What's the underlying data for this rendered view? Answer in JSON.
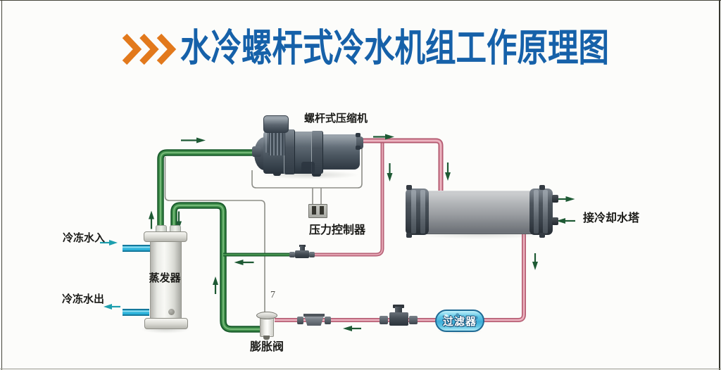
{
  "title": {
    "text": "水冷螺杆式冷水机组工作原理图",
    "chevrons_icon": "triple-chevron-right",
    "color": "#1661a9",
    "chevron_color": "#e2791c"
  },
  "labels": {
    "compressor": "螺杆式压缩机",
    "pressure_controller": "压力控制器",
    "evaporator": "蒸发器",
    "chilled_water_in": "冷冻水入",
    "chilled_water_out": "冷冻水出",
    "expansion_valve": "膨胀阀",
    "filter": "过滤器",
    "cooling_tower_connection": "接冷却水塔",
    "sensing_line_mark": "7"
  },
  "palette": {
    "suction_pipe_green": "#3f8f4a",
    "discharge_pipe_pink": "#dd93a4",
    "chilled_water_cyan": "#2db3da",
    "flow_arrow_green": "#1e5a34",
    "water_arrow_teal": "#1d9fae",
    "equipment_gray": "#5b6671",
    "background": "#fcfcfa"
  }
}
